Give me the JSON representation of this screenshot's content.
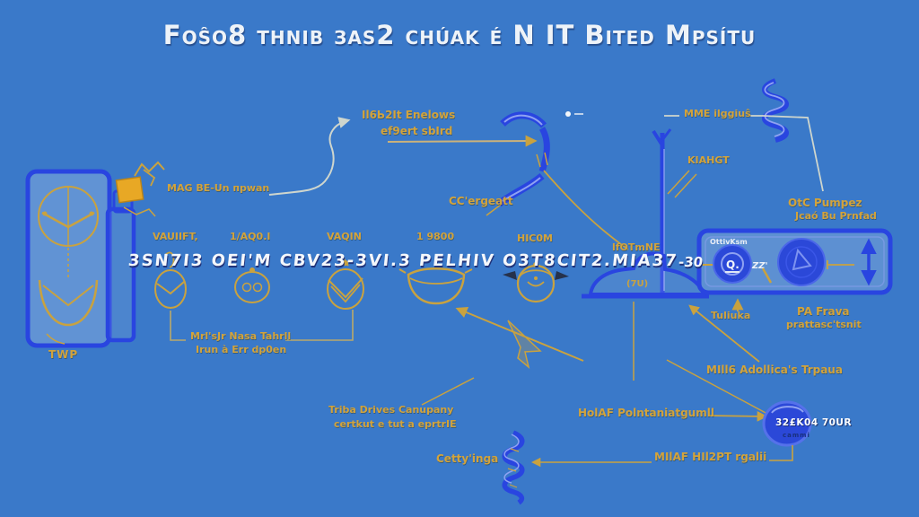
{
  "colors": {
    "background": "#3a79c9",
    "blueprint_blue": "#2945e0",
    "blueprint_fill": "#2b48d8",
    "annotation_yellow": "#d2a33c",
    "band_white": "#f4f7fb"
  },
  "title": {
    "text": "Foŝo8 тhnіb зas2 chúak é N IT Bited Mpsítu"
  },
  "tank": {
    "caption": "TWP"
  },
  "band": {
    "text": "3SN7I3 OEI'M CBV23-3VI.3 PELHIV O3T8CIT2.MIA37",
    "suffix": "-30",
    "valve_labels": [
      "VAUIIFT,",
      "1/AQ0.I",
      "VAQIN",
      "1 9800",
      "HIC0M",
      "lfOTmNE"
    ]
  },
  "annotations": {
    "mag": "MAG BE-Un пpwаn",
    "enclosure_line1": "Il6Ь2It Enelows",
    "enclosure_line2": "ef9ert sbІrd",
    "cc": "CC'ergeatt",
    "mme": "MME ilggiuŝ",
    "kiahgt": "KIAHGT",
    "otc_line1": "OtC Pumpez",
    "otc_line2": "Jcaó Bu Prnfad",
    "bracket_line1": "Mrl'sJr Nasa Tahrll",
    "bracket_line2": "Irun à Err dp0en",
    "tulium": "Tuliuka",
    "pa_line1": "PA Frava",
    "pa_line2": "prattasc'tsnit",
    "miug": "MIll6 Adollica's Trpаua",
    "holaf": "HolAF Polntaniatgumll",
    "milaf": "MIlAF HIl2PT rgalii",
    "triba_line1": "Triba Drives Canupany",
    "triba_line2": "certkut e tut a eprtrIE",
    "cathy": "Cetty'inga",
    "iron_mark": "(7U)"
  },
  "panel": {
    "title": "OttivKsm",
    "dial_glyph": "Q.",
    "mark": "ZZ'"
  },
  "section_button": {
    "text": "32£K04 70UR",
    "sub": "cammi"
  }
}
